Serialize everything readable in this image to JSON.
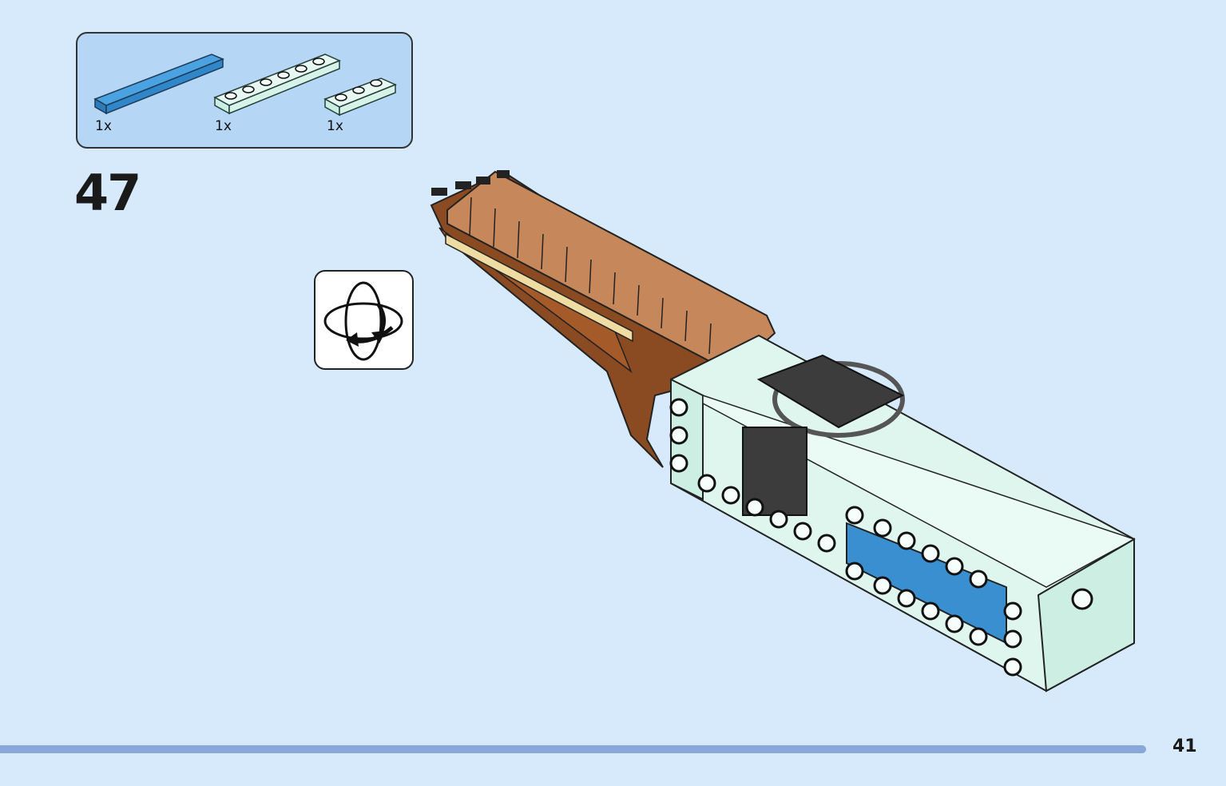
{
  "parts_list": {
    "items": [
      {
        "icon": "blue-tile-1x6-icon",
        "quantity": "1x",
        "color": "#3a8fd0"
      },
      {
        "icon": "mint-plate-1x6-icon",
        "quantity": "1x",
        "color": "#dff6ee"
      },
      {
        "icon": "mint-plate-1x3-icon",
        "quantity": "1x",
        "color": "#dff6ee"
      }
    ]
  },
  "step": {
    "number": "47"
  },
  "rotate_hint": {
    "icon": "rotate-model-icon"
  },
  "model": {
    "icon": "building-step-model-icon",
    "colors": {
      "brown_tiles": "#c6875a",
      "dark_brown": "#8a4a22",
      "mint": "#dff6ee",
      "blue": "#3a8fd0",
      "dark_grey": "#3c3c3c"
    }
  },
  "footer": {
    "page_number": "41",
    "bar_color": "#87a8d9"
  }
}
